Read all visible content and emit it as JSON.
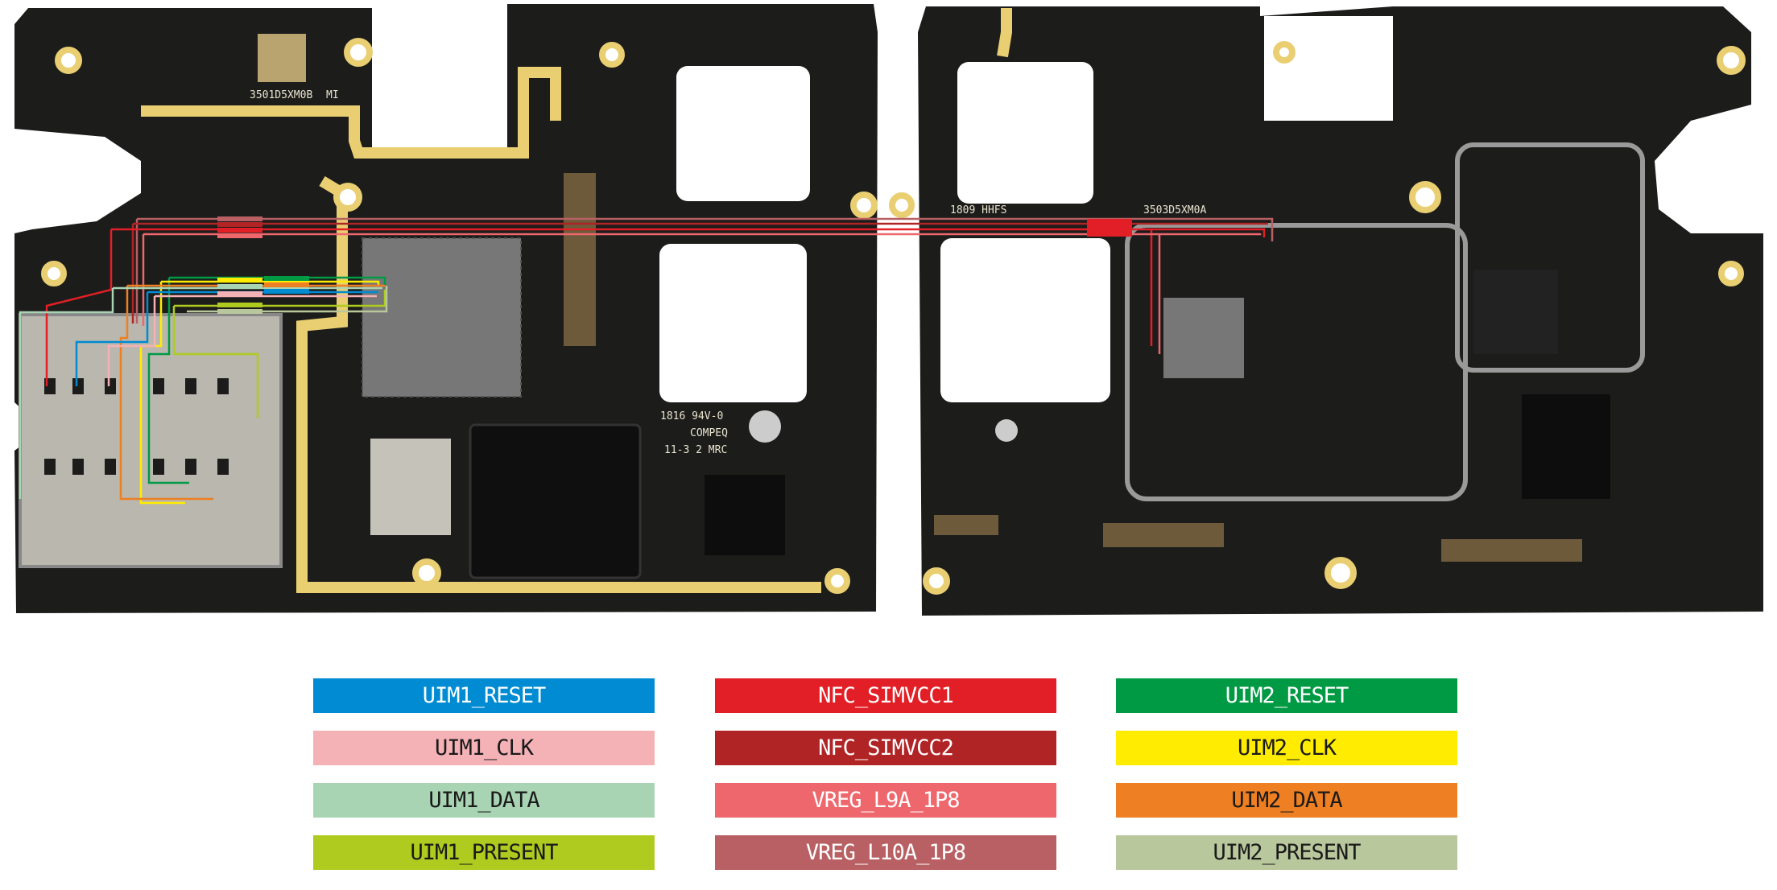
{
  "board_silkscreen": {
    "left_label": "3501D5XM0B",
    "logo": "MI",
    "date_code": "1816 94V-0",
    "maker": "COMPEQ",
    "code2": "11-3 2 MRC",
    "right_label": "3503D5XM0A",
    "right_code": "1809 HHFS"
  },
  "legend": [
    {
      "label": "UIM1_RESET",
      "color": "#008bd2",
      "text_color": "#ffffff"
    },
    {
      "label": "NFC_SIMVCC1",
      "color": "#e21f26",
      "text_color": "#ffffff"
    },
    {
      "label": "UIM2_RESET",
      "color": "#009a44",
      "text_color": "#ffffff"
    },
    {
      "label": "UIM1_CLK",
      "color": "#f4b1b6",
      "text_color": "#1a1a1a"
    },
    {
      "label": "NFC_SIMVCC2",
      "color": "#b12426",
      "text_color": "#ffffff"
    },
    {
      "label": "UIM2_CLK",
      "color": "#ffec00",
      "text_color": "#1a1a1a"
    },
    {
      "label": "UIM1_DATA",
      "color": "#a9d4b3",
      "text_color": "#1a1a1a"
    },
    {
      "label": "VREG_L9A_1P8",
      "color": "#ee676c",
      "text_color": "#ffffff"
    },
    {
      "label": "UIM2_DATA",
      "color": "#ee7f22",
      "text_color": "#1a1a1a"
    },
    {
      "label": "UIM1_PRESENT",
      "color": "#b0cb1f",
      "text_color": "#1a1a1a"
    },
    {
      "label": "VREG_L10A_1P8",
      "color": "#b86063",
      "text_color": "#ffffff"
    },
    {
      "label": "UIM2_PRESENT",
      "color": "#b9c79c",
      "text_color": "#1a1a1a"
    }
  ]
}
